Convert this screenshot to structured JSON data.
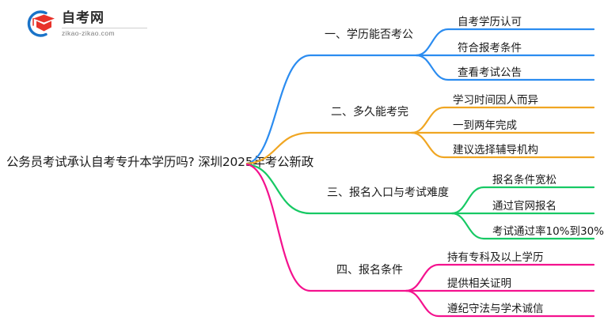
{
  "logo": {
    "name_cn": "自考网",
    "url": "zikao-zikao.com",
    "mark_icon": "graduation-cap-icon",
    "arc_color": "#1a73c8",
    "cap_color": "#e8322a"
  },
  "central_topic": "公务员考试承认自考专升本学历吗? 深圳2025年考公新政",
  "branches": [
    {
      "label": "一、学历能否考公",
      "color": "#2b8cf0",
      "leaves": [
        "自考学历认可",
        "符合报考条件",
        "查看考试公告"
      ]
    },
    {
      "label": "二、多久能考完",
      "color": "#f2a battery",
      "leaves": [
        "学习时间因人而异",
        "一到两年完成",
        "建议选择辅导机构"
      ]
    },
    {
      "label": "三、报名入口与考试难度",
      "color": "#17c964",
      "leaves": [
        "报名条件宽松",
        "通过官网报名",
        "考试通过率10%到30%"
      ]
    },
    {
      "label": "四、报名条件",
      "color": "#f4128e",
      "leaves": [
        "持有专科及以上学历",
        "提供相关证明",
        "遵纪守法与学术诚信"
      ]
    }
  ],
  "colors": {
    "branch_1": "#2b8cf0",
    "branch_2": "#f0a623",
    "branch_3": "#17c964",
    "branch_4": "#f4128e",
    "text": "#1a1a1a",
    "background": "#ffffff"
  }
}
